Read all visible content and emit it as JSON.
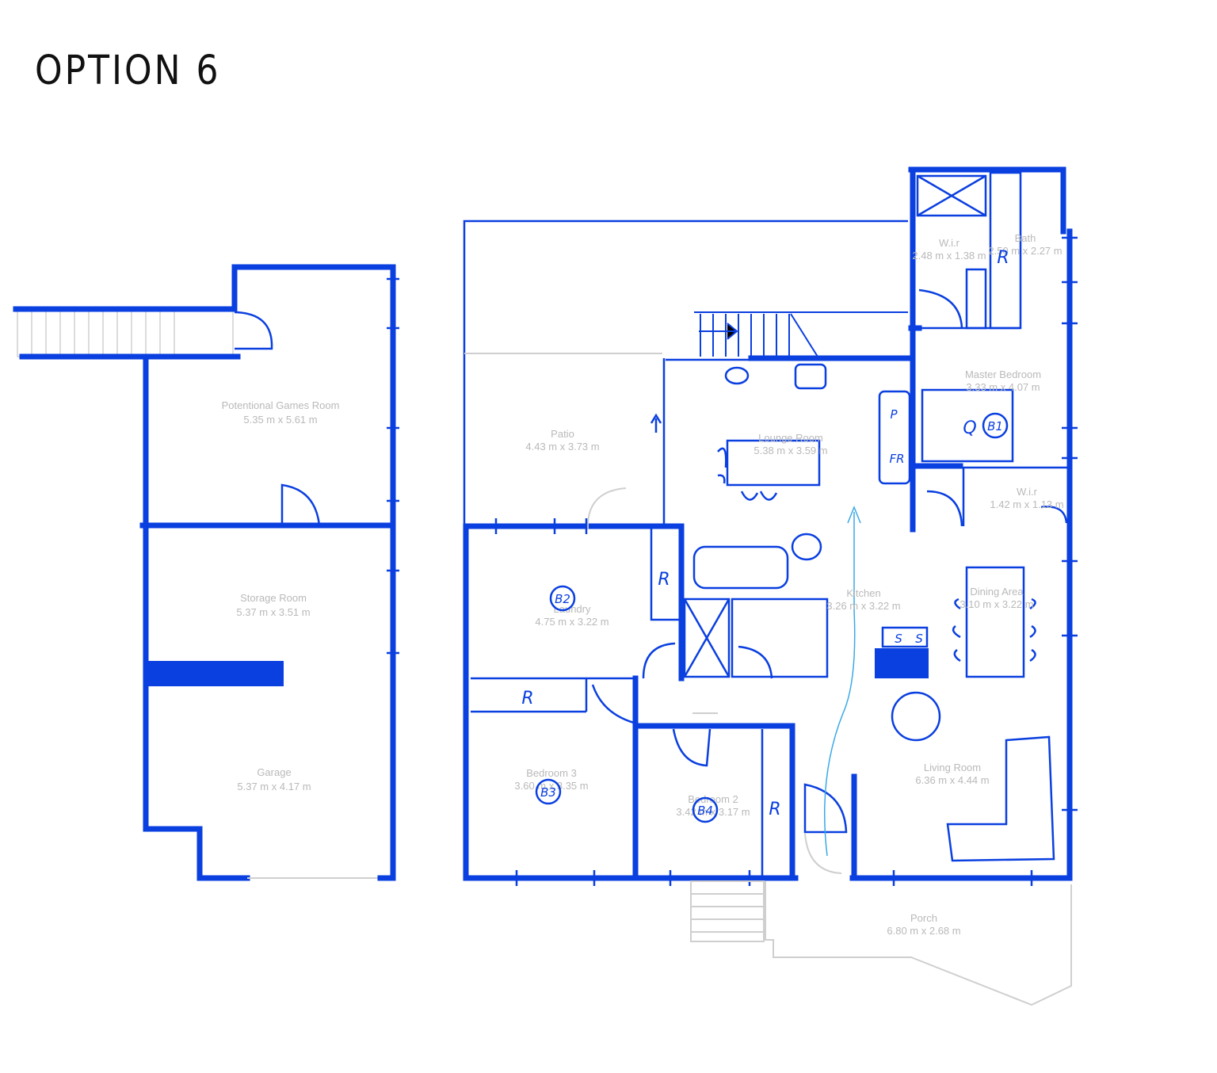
{
  "title": "OPTION 6",
  "rooms": {
    "games": {
      "name": "Potentional Games Room",
      "dims": "5.35 m x 5.61 m"
    },
    "storage": {
      "name": "Storage Room",
      "dims": "5.37 m x 3.51 m"
    },
    "garage": {
      "name": "Garage",
      "dims": "5.37 m x 4.17 m"
    },
    "patio": {
      "name": "Patio",
      "dims": "4.43 m x 3.73 m"
    },
    "lounge": {
      "name": "Lounge Room",
      "dims": "5.38 m x 3.59 m"
    },
    "laundry": {
      "name": "Laundry",
      "dims": "4.75 m x 3.22 m"
    },
    "kitchen": {
      "name": "Kitchen",
      "dims": "3.26 m x 3.22 m"
    },
    "dining": {
      "name": "Dining Area",
      "dims": "3.10 m x 3.22 m"
    },
    "master": {
      "name": "Master Bedroom",
      "dims": "3.33 m x 4.07 m"
    },
    "wir1": {
      "name": "W.i.r",
      "dims": "2.48 m x 1.38 m"
    },
    "bath": {
      "name": "Bath",
      "dims": "2.50 m x 2.27 m"
    },
    "wir2": {
      "name": "W.i.r",
      "dims": "1.42 m x 1.13 m"
    },
    "bedroom3": {
      "name": "Bedroom 3",
      "dims": "3.60 m x 3.35 m"
    },
    "bedroom2": {
      "name": "Bedroom 2",
      "dims": "3.42 m x 3.17 m"
    },
    "living": {
      "name": "Living Room",
      "dims": "6.36 m x 4.44 m"
    },
    "porch": {
      "name": "Porch",
      "dims": "6.80 m x 2.68 m"
    }
  },
  "annotations": {
    "b1": "B1",
    "b2": "B2",
    "b3": "B3",
    "b4": "B4",
    "q": "Q",
    "r": "R",
    "p": "P",
    "fr": "FR",
    "s": "S"
  }
}
